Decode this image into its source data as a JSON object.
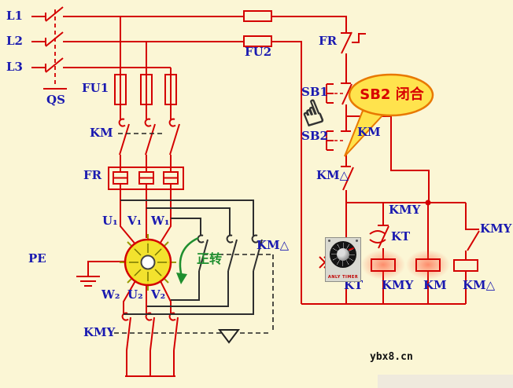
{
  "colors": {
    "background": "#fbf6d5",
    "wire_red": "#d40000",
    "wire_black": "#2e2e2e",
    "label_blue": "#1a1ab0",
    "green": "#1f8f2f",
    "bubble_fill": "#ffe34d",
    "bubble_border": "#e87800",
    "motor_yellow": "#f2df1f",
    "glow": "#ff4422"
  },
  "labels": {
    "l1": "L1",
    "l2": "L2",
    "l3": "L3",
    "qs": "QS",
    "fu1": "FU1",
    "km_main": "KM",
    "fr_main": "FR",
    "u1": "U₁",
    "v1": "V₁",
    "w1": "W₁",
    "pe": "PE",
    "w2": "W₂",
    "u2": "U₂",
    "v2": "V₂",
    "kmy_main": "KMY",
    "forward": "正转",
    "kmdelta_main": "KM△",
    "fu2": "FU2",
    "fr_ctrl": "FR",
    "sb1": "SB1",
    "sb2": "SB2",
    "km_hold": "KM",
    "kmdelta_nc": "KM△",
    "kmy_bus": "KMY",
    "kt_nc": "KT",
    "kmy_branch": "KMY",
    "kt_coil": "KT",
    "kmy_coil": "KMY",
    "km_coil": "KM",
    "kmdelta_coil": "KM△"
  },
  "callout": {
    "text": "SB2 闭合"
  },
  "icons": {
    "hand_cursor": "☝"
  },
  "timer_device": {
    "brand": "ANLY TIMER"
  },
  "watermark": {
    "text": "ybx8.cn"
  }
}
